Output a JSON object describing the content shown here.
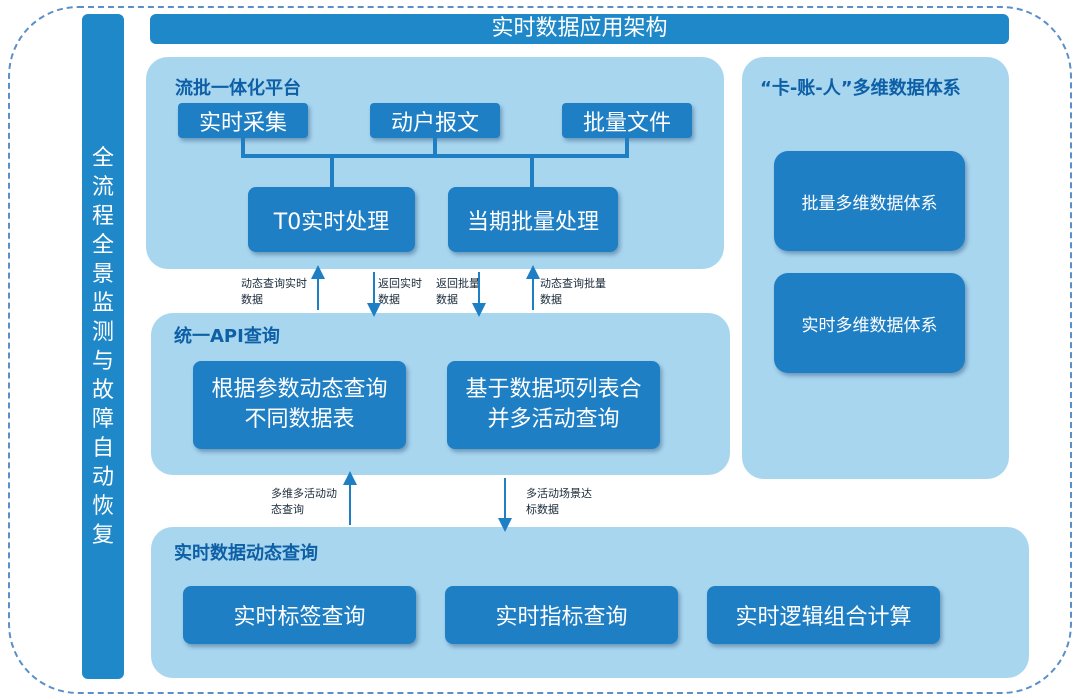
{
  "title": "实时数据应用架构",
  "sidebar": {
    "label": "全流程全景监测与故障自动恢复"
  },
  "stream_batch": {
    "label": "流批一体化平台",
    "sources": [
      "实时采集",
      "动户报文",
      "批量文件"
    ],
    "processors": [
      "T0实时处理",
      "当期批量处理"
    ]
  },
  "api_query": {
    "label": "统一API查询",
    "items": [
      "根据参数动态查询不同数据表",
      "基于数据项列表合并多活动查询"
    ]
  },
  "realtime_query": {
    "label": "实时数据动态查询",
    "items": [
      "实时标签查询",
      "实时指标查询",
      "实时逻辑组合计算"
    ]
  },
  "multi_dim": {
    "label": "“卡-账-人”多维数据体系",
    "items": [
      "批量多维数据体系",
      "实时多维数据体系"
    ]
  },
  "flows": {
    "upper": [
      "动态查询实时数据",
      "返回实时数据",
      "返回批量数据",
      "动态查询批量数据"
    ],
    "lower": [
      "多维多活动动态查询",
      "多活动场景达标数据"
    ]
  },
  "colors": {
    "primary_blue": "#1f7fc4",
    "panel_blue": "#a8d6ef",
    "label_blue": "#0d5fa6",
    "border_dash": "#5b8fc9"
  }
}
